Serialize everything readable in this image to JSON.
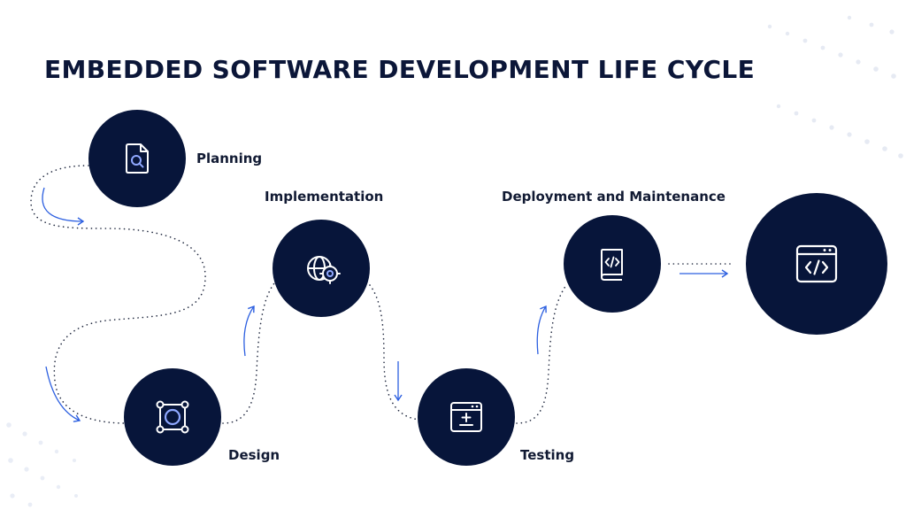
{
  "title": "EMBEDDED SOFTWARE DEVELOPMENT LIFE CYCLE",
  "stages": {
    "planning": {
      "label": "Planning",
      "icon": "document-search-icon"
    },
    "design": {
      "label": "Design",
      "icon": "vector-frame-icon"
    },
    "implementation": {
      "label": "Implementation",
      "icon": "globe-gear-icon"
    },
    "testing": {
      "label": "Testing",
      "icon": "window-add-subtract-icon"
    },
    "deployment": {
      "label": "Deployment and Maintenance",
      "icon": "code-file-icon"
    },
    "result": {
      "icon": "code-window-icon"
    }
  },
  "colors": {
    "node_fill": "#07153a",
    "icon_stroke": "#ffffff",
    "icon_accent": "#8fa8ff",
    "arrow": "#2c5fe0",
    "dots": "#222a40",
    "title": "#0b1638"
  }
}
